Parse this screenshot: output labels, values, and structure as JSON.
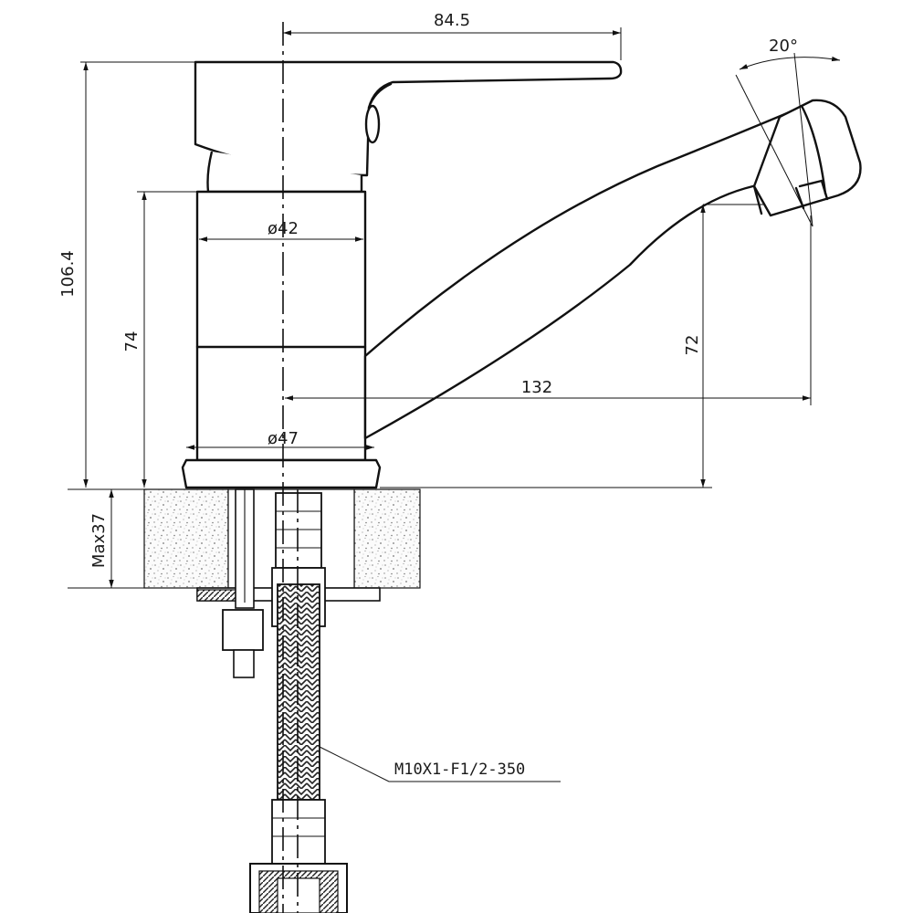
{
  "dimensions": {
    "lever_reach": "84.5",
    "spout_angle": "20°",
    "total_height": "106.4",
    "body_height": "74",
    "upper_diameter": "ø42",
    "spout_height": "72",
    "spout_reach": "132",
    "base_diameter": "ø47",
    "max_mount_thickness": "Max37"
  },
  "labels": {
    "hose_spec": "M10X1-F1/2-350"
  }
}
